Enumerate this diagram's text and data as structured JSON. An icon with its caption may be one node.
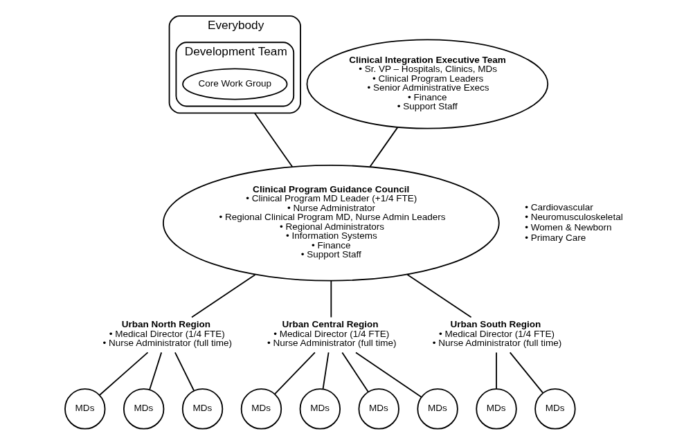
{
  "diagram": {
    "nodes": [
      {
        "text": [
          "Everybody"
        ]
      },
      {
        "text": [
          "Development Team"
        ],
        "in": 0
      },
      {
        "text": [
          "Core Work Group"
        ],
        "in": 1
      },
      {
        "text": [
          "Clinical Integration Executive Team",
          "• Sr. VP – Hospitals, Clinics, MDs",
          "• Clinical Program Leaders",
          "• Senior Administrative Execs",
          "• Finance",
          "• Support Staff"
        ]
      },
      {
        "text": [
          "Clinical Program Guidance Council",
          "• Clinical Program MD Leader (+1/4 FTE)",
          "• Nurse Administrator",
          "• Regional Clinical Program MD, Nurse Admin Leaders",
          "• Regional Administrators",
          "• Information Systems",
          "• Finance",
          "• Support Staff"
        ]
      },
      {
        "text": [
          "Urban North Region",
          "• Medical Director (1/4 FTE)",
          "• Nurse Administrator (full time)"
        ]
      },
      {
        "text": [
          "MDs"
        ]
      },
      {
        "text": [
          "MDs"
        ]
      },
      {
        "text": [
          "MDs"
        ]
      },
      {
        "text": [
          "Urban Central Region",
          "• Medical Director (1/4 FTE)",
          "• Nurse Administrator (full time)"
        ]
      },
      {
        "text": [
          "MDs"
        ]
      },
      {
        "text": [
          "MDs"
        ]
      },
      {
        "text": [
          "MDs"
        ]
      },
      {
        "text": [
          "MDs"
        ]
      },
      {
        "text": [
          "Urban South Region",
          "• Medical Director (1/4 FTE)",
          "• Nurse Administrator (full time)"
        ]
      },
      {
        "text": [
          "MDs"
        ]
      },
      {
        "text": [
          "MDs"
        ]
      }
    ],
    "edges": [
      {
        "from": 0,
        "to": 4,
        "arrow": "none"
      },
      {
        "from": 3,
        "to": 4,
        "arrow": "none"
      },
      {
        "from": 4,
        "to": 5,
        "arrow": "none"
      },
      {
        "from": 4,
        "to": 9,
        "arrow": "none"
      },
      {
        "from": 4,
        "to": 14,
        "arrow": "none"
      },
      {
        "from": 5,
        "to": 6,
        "arrow": "none"
      },
      {
        "from": 5,
        "to": 7,
        "arrow": "none"
      },
      {
        "from": 5,
        "to": 8,
        "arrow": "none"
      },
      {
        "from": 9,
        "to": 10,
        "arrow": "none"
      },
      {
        "from": 9,
        "to": 11,
        "arrow": "none"
      },
      {
        "from": 9,
        "to": 12,
        "arrow": "none"
      },
      {
        "from": 9,
        "to": 13,
        "arrow": "none"
      },
      {
        "from": 14,
        "to": 15,
        "arrow": "none"
      },
      {
        "from": 14,
        "to": 16,
        "arrow": "none"
      }
    ],
    "labels": [
      "• Cardiovascular",
      "• Neuromusculoskeletal",
      "• Women & Newborn",
      "• Primary Care"
    ]
  }
}
